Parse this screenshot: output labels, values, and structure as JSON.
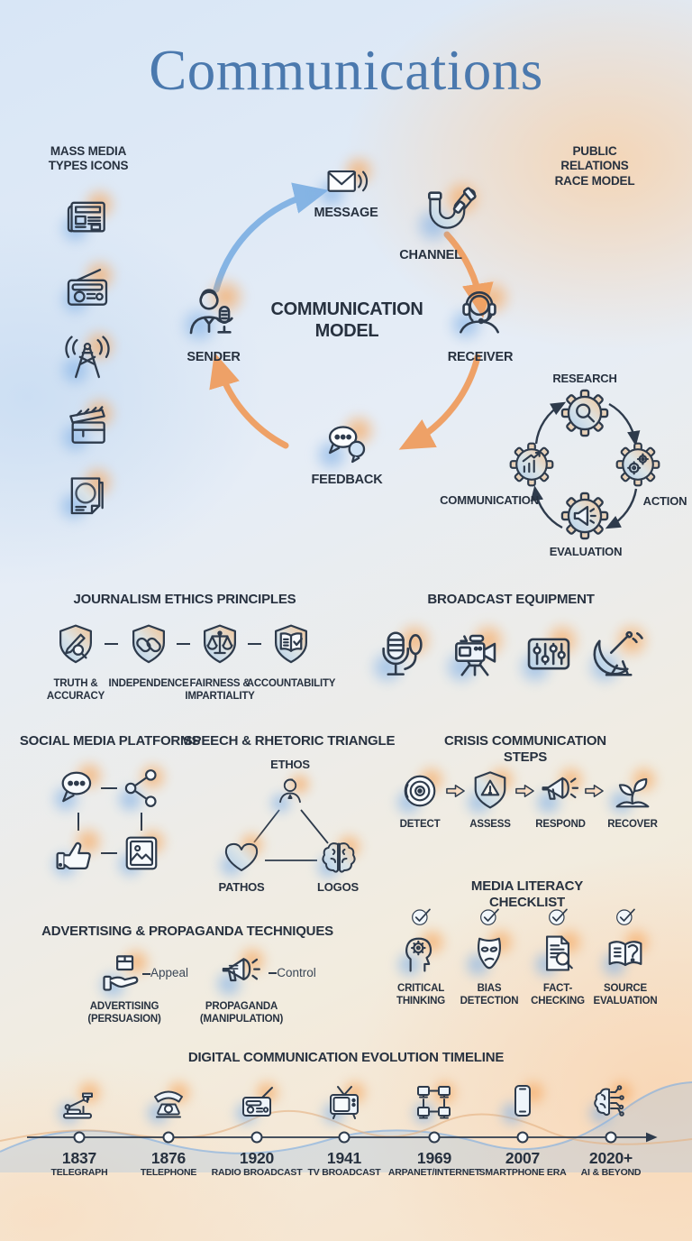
{
  "title": "Communications",
  "colors": {
    "accent_blue": "#4b79ae",
    "arrow_blue": "#85b4e4",
    "arrow_orange": "#eea167",
    "ink": "#2e3b4c"
  },
  "mass_media": {
    "heading": "MASS MEDIA\nTYPES ICONS",
    "items": [
      {
        "icon": "newspaper-icon"
      },
      {
        "icon": "radio-icon"
      },
      {
        "icon": "broadcast-tower-icon"
      },
      {
        "icon": "clapperboard-icon"
      },
      {
        "icon": "magazine-icon"
      }
    ]
  },
  "pr_race": {
    "heading": "PUBLIC RELATIONS\nRACE MODEL",
    "steps": [
      {
        "label": "RESEARCH",
        "icon": "gear-magnifier-icon"
      },
      {
        "label": "ACTION",
        "icon": "gear-cogs-icon"
      },
      {
        "label": "COMMUNICATION",
        "icon": "gear-megaphone-icon"
      },
      {
        "label": "EVALUATION",
        "icon": "gear-chart-icon"
      }
    ]
  },
  "communication_model": {
    "center": "COMMUNICATION\nMODEL",
    "nodes": [
      {
        "label": "MESSAGE",
        "icon": "envelope-icon"
      },
      {
        "label": "CHANNEL",
        "icon": "pipe-icon"
      },
      {
        "label": "RECEIVER",
        "icon": "headset-person-icon"
      },
      {
        "label": "FEEDBACK",
        "icon": "chat-bubbles-icon"
      },
      {
        "label": "SENDER",
        "icon": "presenter-microphone-icon"
      }
    ]
  },
  "journalism_ethics": {
    "heading": "JOURNALISM ETHICS PRINCIPLES",
    "items": [
      {
        "label": "TRUTH &\nACCURACY",
        "icon": "shield-pen-icon"
      },
      {
        "label": "INDEPENDENCE",
        "icon": "shield-chain-icon"
      },
      {
        "label": "FAIRNESS &\nIMPARTIALITY",
        "icon": "shield-scales-icon"
      },
      {
        "label": "ACCOUNTABILITY",
        "icon": "shield-book-icon"
      }
    ]
  },
  "broadcast_equipment": {
    "heading": "BROADCAST EQUIPMENT",
    "items": [
      {
        "icon": "studio-microphone-icon"
      },
      {
        "icon": "video-camera-icon"
      },
      {
        "icon": "audio-mixer-icon"
      },
      {
        "icon": "satellite-dish-icon"
      }
    ]
  },
  "social_media": {
    "heading": "SOCIAL MEDIA PLATFORMS",
    "items": [
      {
        "icon": "chat-bubble-icon"
      },
      {
        "icon": "share-icon"
      },
      {
        "icon": "thumbs-up-icon"
      },
      {
        "icon": "photo-icon"
      }
    ]
  },
  "rhetoric_triangle": {
    "heading": "SPEECH & RHETORIC TRIANGLE",
    "vertices": [
      {
        "label": "ETHOS",
        "icon": "person-icon"
      },
      {
        "label": "PATHOS",
        "icon": "heart-icon"
      },
      {
        "label": "LOGOS",
        "icon": "brain-icon"
      }
    ]
  },
  "crisis_steps": {
    "heading": "CRISIS COMMUNICATION STEPS",
    "steps": [
      {
        "label": "DETECT",
        "icon": "radar-icon"
      },
      {
        "label": "ASSESS",
        "icon": "warning-shield-icon"
      },
      {
        "label": "RESPOND",
        "icon": "megaphone-icon"
      },
      {
        "label": "RECOVER",
        "icon": "sprout-icon"
      }
    ]
  },
  "media_literacy": {
    "heading": "MEDIA LITERACY CHECKLIST",
    "items": [
      {
        "label": "CRITICAL\nTHINKING",
        "icon": "head-gear-icon"
      },
      {
        "label": "BIAS\nDETECTION",
        "icon": "mask-icon"
      },
      {
        "label": "FACT-\nCHECKING",
        "icon": "document-magnifier-icon"
      },
      {
        "label": "SOURCE\nEVALUATION",
        "icon": "book-question-icon"
      }
    ]
  },
  "ad_propaganda": {
    "heading": "ADVERTISING & PROPAGANDA TECHNIQUES",
    "items": [
      {
        "label": "ADVERTISING\n(PERSUASION)",
        "tag": "Appeal",
        "icon": "hand-box-icon"
      },
      {
        "label": "PROPAGANDA\n(MANIPULATION)",
        "tag": "Control",
        "icon": "megaphone-icon"
      }
    ]
  },
  "timeline": {
    "heading": "DIGITAL COMMUNICATION EVOLUTION TIMELINE",
    "events": [
      {
        "year": "1837",
        "label": "TELEGRAPH",
        "icon": "telegraph-key-icon"
      },
      {
        "year": "1876",
        "label": "TELEPHONE",
        "icon": "rotary-phone-icon"
      },
      {
        "year": "1920",
        "label": "RADIO BROADCAST",
        "icon": "radio-icon"
      },
      {
        "year": "1941",
        "label": "TV BROADCAST",
        "icon": "tv-icon"
      },
      {
        "year": "1969",
        "label": "ARPANET/INTERNET",
        "icon": "network-icon"
      },
      {
        "year": "2007",
        "label": "SMARTPHONE ERA",
        "icon": "smartphone-icon"
      },
      {
        "year": "2020+",
        "label": "AI & BEYOND",
        "icon": "ai-brain-icon"
      }
    ]
  }
}
